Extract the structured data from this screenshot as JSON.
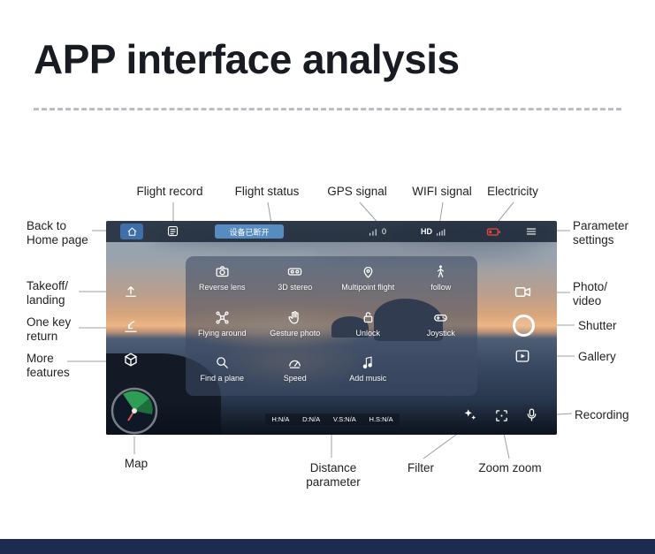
{
  "title": "APP interface analysis",
  "callouts": {
    "flight_record": "Flight record",
    "flight_status": "Flight status",
    "gps_signal": "GPS signal",
    "wifi_signal": "WIFI signal",
    "electricity": "Electricity",
    "back_home": "Back to Home page",
    "takeoff_landing": "Takeoff/ landing",
    "one_key_return": "One key return",
    "more_features": "More features",
    "parameter_settings": "Parameter settings",
    "photo_video": "Photo/ video",
    "shutter": "Shutter",
    "gallery": "Gallery",
    "recording": "Recording",
    "map": "Map",
    "distance_parameter": "Distance parameter",
    "filter": "Filter",
    "zoom": "Zoom zoom"
  },
  "app": {
    "status_text": "设备已断开",
    "gps_value": "0",
    "hd_label": "HD",
    "menu_row1": [
      {
        "label": "Reverse lens"
      },
      {
        "label": "3D stereo"
      },
      {
        "label": "Multipoint flight"
      },
      {
        "label": "follow"
      }
    ],
    "menu_row2": [
      {
        "label": "Flying around"
      },
      {
        "label": "Gesture photo"
      },
      {
        "label": "Unlock"
      },
      {
        "label": "Joystick"
      }
    ],
    "menu_row3": [
      {
        "label": "Find a plane"
      },
      {
        "label": "Speed"
      },
      {
        "label": "Add music"
      }
    ],
    "telemetry": [
      "H:N/A",
      "D:N/A",
      "V.S:N/A",
      "H.S:N/A"
    ]
  },
  "colors": {
    "accent_navy": "#1d2b50",
    "status_blue": "#5c96cd",
    "battery_red": "#e0483c",
    "compass_green": "#2e9e57"
  }
}
